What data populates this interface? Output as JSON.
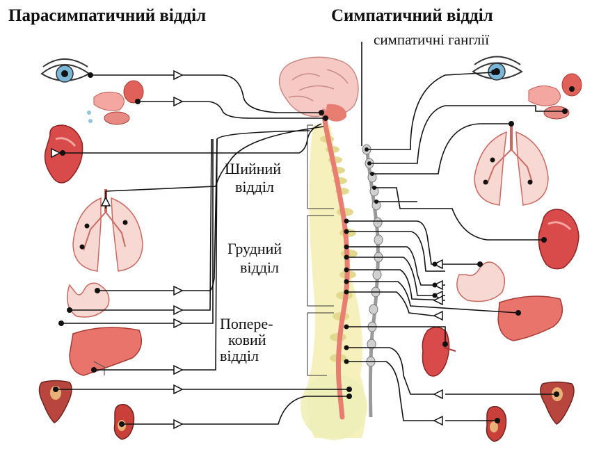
{
  "titles": {
    "parasympathetic": "Парасимпатичний відділ",
    "sympathetic": "Симпатичний відділ"
  },
  "labels": {
    "ganglia": "симпатичні ганглії",
    "cervical_line1": "Шийний",
    "cervical_line2": "відділ",
    "thoracic_line1": "Грудний",
    "thoracic_line2": "відділ",
    "lumbar_line1": "Попере-",
    "lumbar_line2": "ковий",
    "lumbar_line3": "відділ"
  },
  "organs": {
    "left": [
      "eye",
      "salivary-glands",
      "heart",
      "lungs",
      "stomach",
      "liver",
      "bladder",
      "rectum"
    ],
    "right": [
      "eye",
      "salivary-glands",
      "lungs",
      "heart",
      "stomach",
      "liver",
      "kidney",
      "bladder",
      "rectum"
    ]
  },
  "colors": {
    "nerve": "#111111",
    "brain": "#f6c9c4",
    "spinal_cord": "#e87d72",
    "vertebrae": "#f3edb0",
    "ganglia_chain": "#9a9a9a",
    "organ_red": "#d94a4a",
    "organ_pink": "#f8d8d2"
  }
}
